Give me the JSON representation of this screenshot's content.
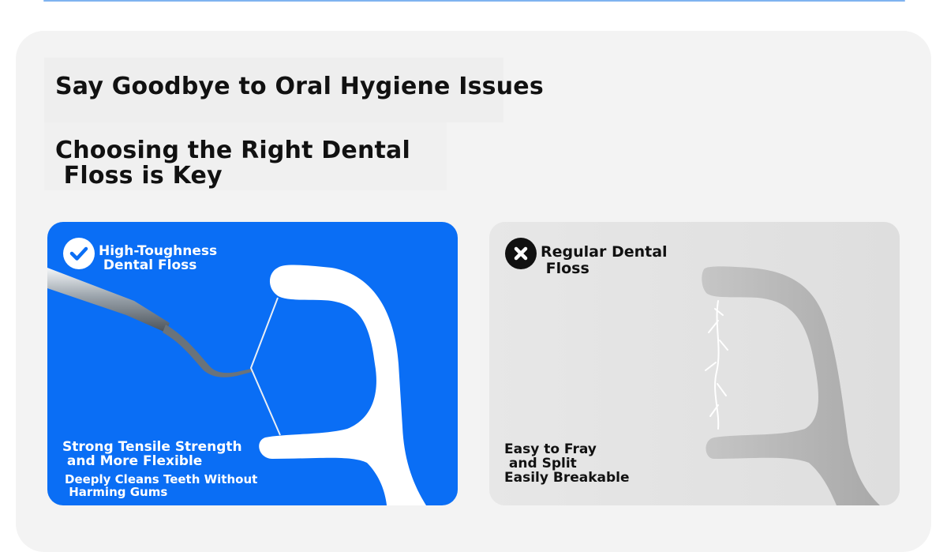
{
  "header": {
    "title": "Say Goodbye to Oral Hygiene Issues",
    "subtitle": "Choosing the Right Dental\n Floss is Key"
  },
  "comparison": {
    "good": {
      "badge_icon": "check-circle-icon",
      "title": "High-Toughness\n Dental Floss",
      "feature_1": "Strong Tensile Strength\n and More Flexible",
      "feature_2": "Deeply Cleans Teeth Without\n Harming Gums",
      "accent_color": "#0a6ef5"
    },
    "bad": {
      "badge_icon": "x-circle-icon",
      "title": "Regular Dental\n Floss",
      "feature_1": "Easy to Fray\n and Split",
      "feature_2": "Easily Breakable",
      "accent_color": "#111111"
    }
  }
}
